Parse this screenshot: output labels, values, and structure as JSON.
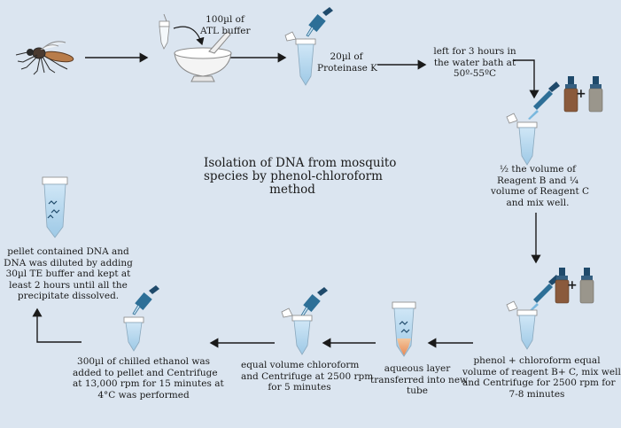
{
  "title": [
    "Isolation of DNA from mosquito",
    "species by phenol-chloroform",
    "method"
  ],
  "steps": {
    "atl": [
      "100µl of",
      "ATL buffer"
    ],
    "proteinase": [
      "20µl of",
      "Proteinase K"
    ],
    "waterbath": [
      "left for 3 hours in",
      "the water bath at",
      "50º-55ºC"
    ],
    "reagent_bc": [
      "½ the volume of",
      "Reagent B and ¼",
      "volume of Reagent C",
      "and mix well."
    ],
    "phenol": [
      "phenol + chloroform equal",
      "volume of reagent B+ C, mix well",
      "and  Centrifuge for 2500 rpm for",
      "7-8 minutes"
    ],
    "aqueous": [
      "aqueous layer",
      "transferred into new",
      "tube"
    ],
    "chloroform": [
      "equal volume  chloroform",
      "and Centrifuge at 2500 rpm",
      "for 5 minutes"
    ],
    "ethanol": [
      "300µl of chilled ethanol was",
      "added to pellet and Centrifuge",
      "at 13,000 rpm for 15 minutes at",
      "4°C was performed"
    ],
    "pellet": [
      "pellet contained DNA and",
      "DNA was diluted by adding",
      "30µl TE buffer and kept at",
      "least 2 hours until all the",
      "precipitate dissolved."
    ]
  },
  "plus_signs": [
    "+",
    "+"
  ],
  "colors": {
    "background": "#dbe5f0",
    "arrow": "#1a1a1a",
    "tube_liquid": "#b8d8ee",
    "dropper": "#1f4a6b",
    "bottle_brown": "#8a5a3c",
    "bottle_grey": "#9a968c"
  },
  "icons": [
    "mosquito-icon",
    "mortar-pestle-icon",
    "microtube-icon",
    "dropper-icon",
    "pipette-icon",
    "reagent-bottle-icon"
  ]
}
